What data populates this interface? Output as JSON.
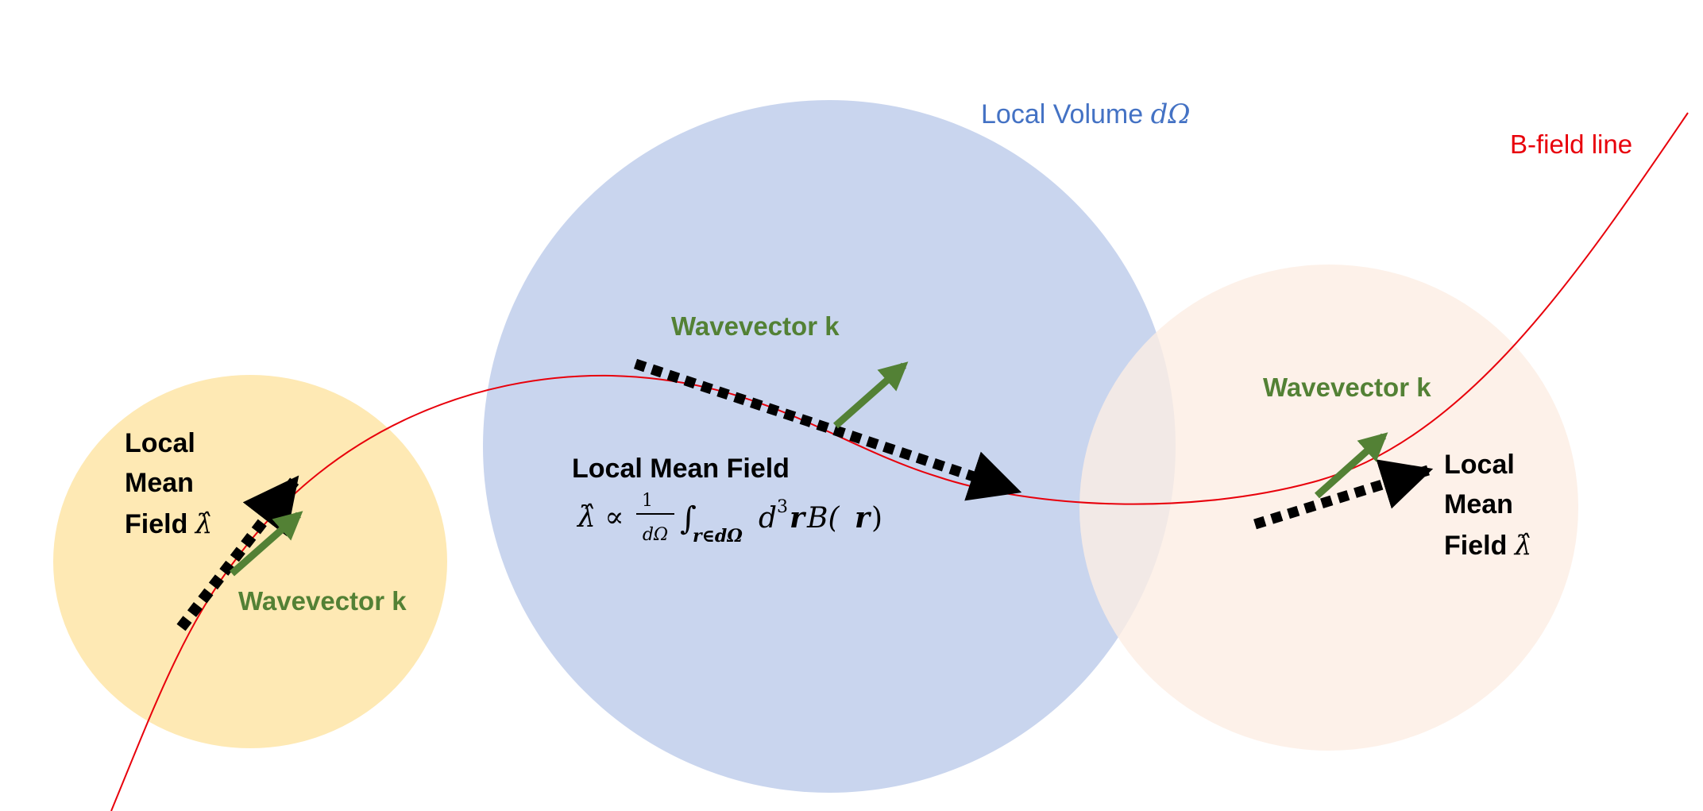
{
  "colors": {
    "left_volume": "#FEE9B4",
    "center_volume": "#C8D5EE",
    "right_volume": "#FCEDE3",
    "field_line": "#E8000B",
    "mean_field_arrow": "#000000",
    "wavevector": "#538135",
    "volume_label": "#4472C4",
    "field_label": "#E8000B",
    "text": "#000000"
  },
  "labels": {
    "local_volume": "Local Volume ",
    "local_volume_symbol": "dΩ",
    "b_field_line": "B-field line",
    "wavevector_center": "Wavevector k",
    "wavevector_right": "Wavevector k",
    "wavevector_left": "Wavevector k",
    "left_mean_field_line1": "Local",
    "left_mean_field_line2": "Mean",
    "left_mean_field_line3": "Field ",
    "left_mean_field_symbol": "λ̂",
    "right_mean_field_line1": "Local",
    "right_mean_field_line2": "Mean",
    "right_mean_field_line3": "Field ",
    "right_mean_field_symbol": "λ̂",
    "center_mean_field": "Local Mean Field",
    "formula": {
      "lhs": "λ̂ ∝",
      "frac_num": "1",
      "frac_den": "dΩ",
      "integral": "∫",
      "integral_sub": "r∈dΩ",
      "d": "d",
      "d_sup": "3",
      "r_vec": "r",
      "B": " B(",
      "r_arg": "r",
      "close": ")"
    }
  }
}
